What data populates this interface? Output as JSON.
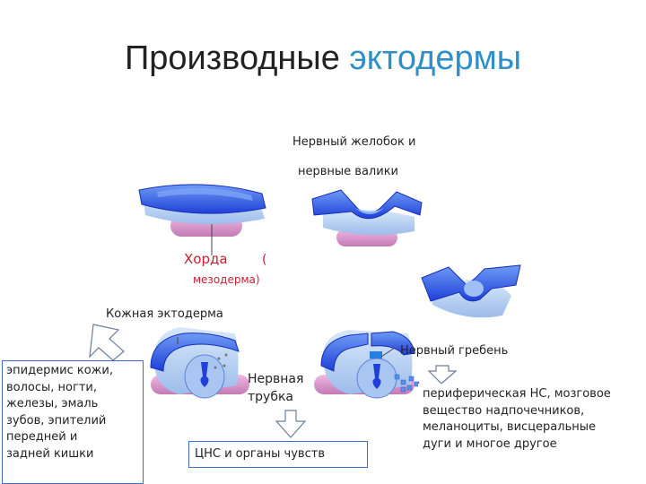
{
  "title": {
    "main": "Производные",
    "accent": "эктодермы"
  },
  "labels": {
    "groove_line1": "Нервный желобок и",
    "groove_line2": "нервные валики",
    "chord": "Хорда",
    "chord_paren_open": "(",
    "mesoderm": "мезодерма)",
    "skin_ectoderm": "Кожная эктодерма",
    "neural_crest": "Нервный гребень",
    "neural_tube_line1": "Нервная",
    "neural_tube_line2": "трубка"
  },
  "boxes": {
    "skin_derivatives": [
      "эпидермис кожи,",
      "волосы, ногти,",
      "железы, эмаль",
      "зубов, эпителий",
      "передней и",
      "задней кишки"
    ],
    "cns": "ЦНС и органы чувств",
    "crest_derivatives": [
      "периферическая НС, мозговое",
      "вещество надпочечников,",
      "меланоциты, висцеральные",
      "дуги и многое другое"
    ]
  },
  "colors": {
    "ectoderm_blue": "#1f3fd8",
    "ectoderm_light": "#5b8cf0",
    "mesoderm_pale": "#b7d2f5",
    "chord_pink": "#d98cc8",
    "accent_title": "#2f8fc8",
    "label_red": "#c8202f"
  }
}
